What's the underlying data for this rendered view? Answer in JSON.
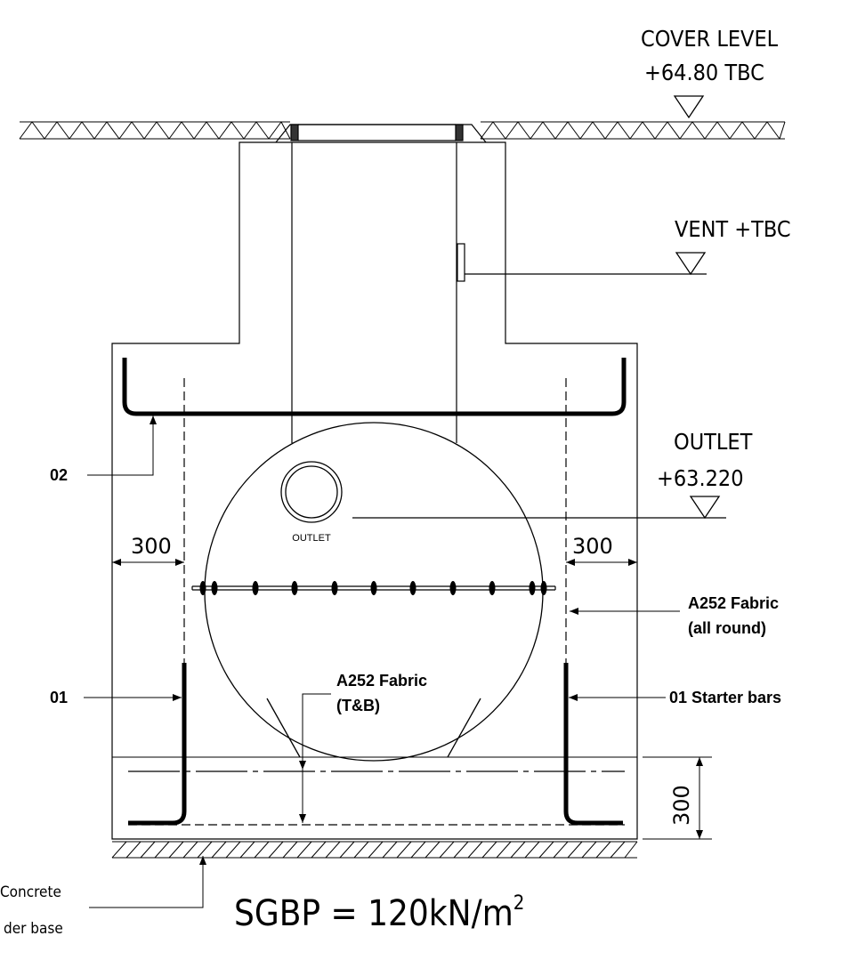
{
  "levels": {
    "cover_label": "COVER LEVEL",
    "cover_value": "+64.80 TBC",
    "vent_label": "VENT +TBC",
    "outlet_label": "OUTLET",
    "outlet_value": "+63.220"
  },
  "tank": {
    "outlet_text": "OUTLET"
  },
  "dimensions": {
    "left_side": "300",
    "right_side": "300",
    "base_thickness": "300"
  },
  "callouts": {
    "bar_02": "02",
    "bar_01_left": "01",
    "bar_01_right": "01 Starter bars",
    "fabric_wall_line1": "A252 Fabric",
    "fabric_wall_line2": "(all round)",
    "fabric_base_line1": "A252 Fabric",
    "fabric_base_line2": "(T&B)",
    "concrete_line1": "Concrete",
    "concrete_line2": "der base"
  },
  "soil": {
    "sgbp_prefix": "SGBP = 120kN/m",
    "sgbp_exponent": "2"
  }
}
